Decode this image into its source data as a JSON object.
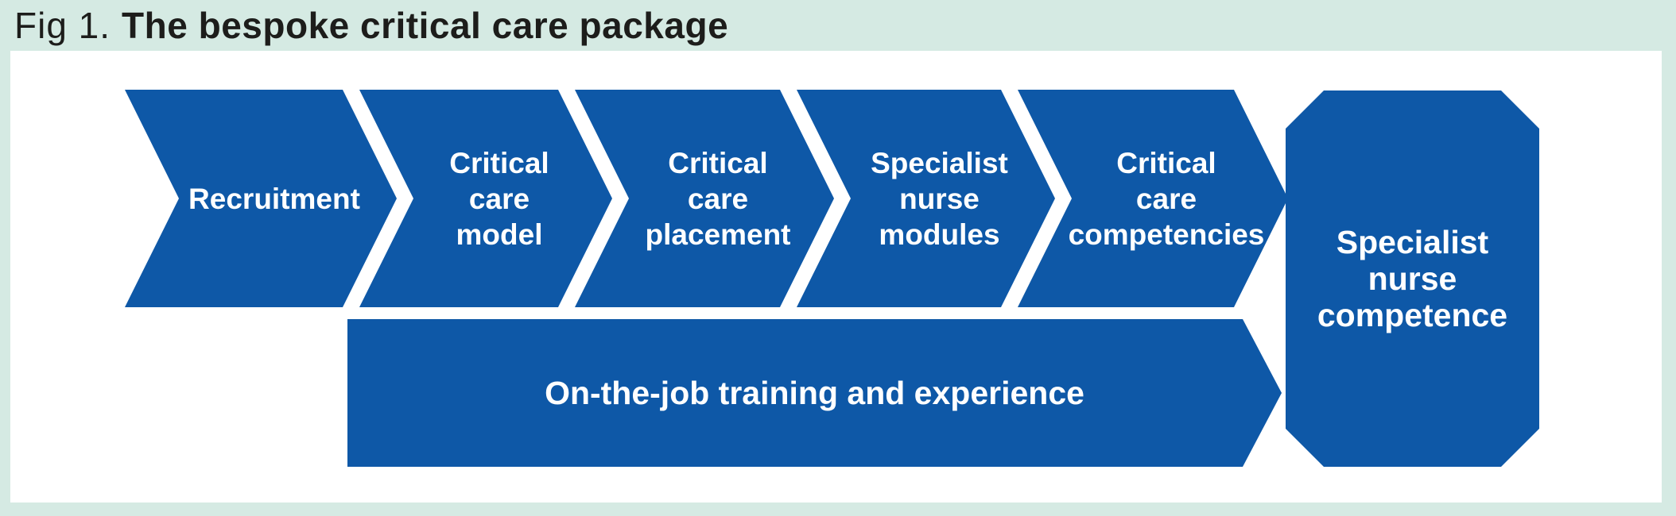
{
  "figure": {
    "label": "Fig 1.",
    "title": "The bespoke critical care package"
  },
  "colors": {
    "mint_background": "#d5eae3",
    "panel_background": "#ffffff",
    "shape_blue": "#0e58a7",
    "label_white": "#ffffff",
    "title_text": "#1d1d1b"
  },
  "process_steps": [
    {
      "label": "Recruitment"
    },
    {
      "label": "Critical\ncare\nmodel"
    },
    {
      "label": "Critical\ncare\nplacement"
    },
    {
      "label": "Specialist\nnurse\nmodules"
    },
    {
      "label": "Critical\ncare\ncompetencies"
    }
  ],
  "support_bar": {
    "label": "On-the-job training and experience"
  },
  "outcome": {
    "label": "Specialist\nnurse\ncompetence"
  }
}
